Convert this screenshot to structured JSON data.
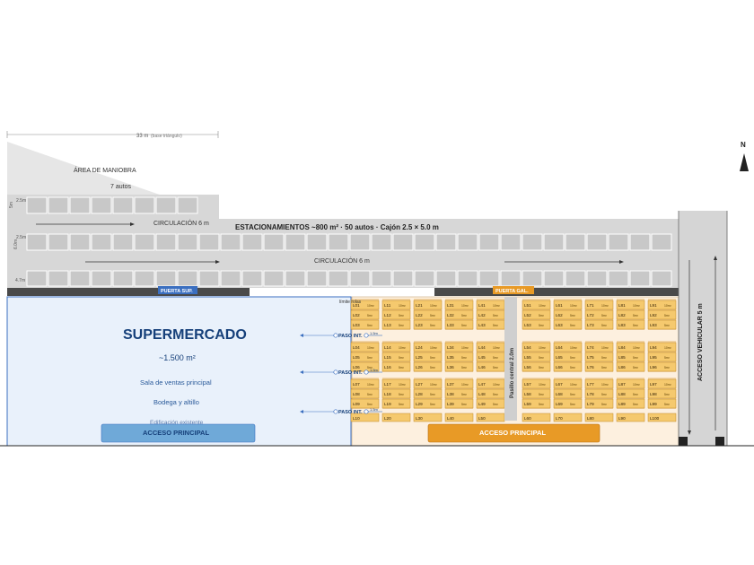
{
  "colors": {
    "parking": "#d7d7d7",
    "parking_dark": "#c8c8c8",
    "stall_line": "#ffffff",
    "triangle": "#e6e6e6",
    "supermarket": "#e9f1fb",
    "supermarket_border": "#3b6fc0",
    "market_bg": "#fdf0df",
    "stall": "#f5c96e",
    "stall_border": "#c28a28",
    "shadow": "#e0a443",
    "aisle": "#cfcfcf",
    "entrance_blue": "#6fa9d8",
    "entrance_orange": "#e89a26",
    "dark": "#333333",
    "road": "#d5d5d5"
  },
  "labels": {
    "dimension": "33 m",
    "dimension_note": "(base triángulo)",
    "maneuver_area": "ÁREA DE MANIOBRA",
    "maneuver_cars": "7 autos",
    "circulation_top": "CIRCULACIÓN  6 m",
    "parking_title": "ESTACIONAMIENTOS  ~800 m²  ·  50 autos  ·  Cajón 2.5 × 5.0 m",
    "circulation_mid": "CIRCULACIÓN  6 m",
    "row_dim_1": "2.5m",
    "row_dim_1b": "5m",
    "row_dim_2": "2.5m",
    "row_dim_2b": "6.0m",
    "row_dim_3": "4.7m",
    "north": "N",
    "gate_sup": "PUERTA SUP.",
    "gate_gal": "PUERTA GAL.",
    "limit_note": "límite rolas",
    "supermarket_title": "SUPERMERCADO",
    "supermarket_area": "~1.500 m²",
    "sales_room": "Sala de ventas principal",
    "storage": "Bodega y altillo",
    "existing": "Edificación existente",
    "access_main_left": "ACCESO PRINCIPAL",
    "access_main_right": "ACCESO PRINCIPAL",
    "passage": "PASO INT.",
    "passage_width": "1.5m",
    "central_aisle": "Pasillo central  2.0m",
    "vehicle_access": "ACCESO VEHICULAR  5 m",
    "stall_size": "5m²",
    "stall_size_alt": "10m²"
  },
  "stalls": {
    "left_columns": [
      [
        "L01",
        "L02",
        "L03",
        "L04",
        "L05",
        "L06",
        "L07",
        "L08",
        "L09",
        "L10"
      ],
      [
        "L11",
        "L12",
        "L13",
        "L14",
        "L15",
        "L16",
        "L17",
        "L18",
        "L19",
        "L20"
      ],
      [
        "L21",
        "L22",
        "L23",
        "L24",
        "L25",
        "L26",
        "L27",
        "L28",
        "L29",
        "L30"
      ],
      [
        "L31",
        "L32",
        "L33",
        "L34",
        "L35",
        "L36",
        "L37",
        "L38",
        "L39",
        "L40"
      ],
      [
        "L41",
        "L42",
        "L43",
        "L44",
        "L45",
        "L46",
        "L47",
        "L48",
        "L49",
        "L50"
      ]
    ],
    "right_columns": [
      [
        "L51",
        "L52",
        "L53",
        "L54",
        "L55",
        "L56",
        "L57",
        "L58",
        "L59",
        "L60"
      ],
      [
        "L61",
        "L62",
        "L63",
        "L64",
        "L65",
        "L66",
        "L67",
        "L68",
        "L69",
        "L70"
      ],
      [
        "L71",
        "L72",
        "L73",
        "L74",
        "L75",
        "L76",
        "L77",
        "L78",
        "L79",
        "L80"
      ],
      [
        "L81",
        "L82",
        "L83",
        "L84",
        "L85",
        "L86",
        "L87",
        "L88",
        "L89",
        "L90"
      ],
      [
        "L91",
        "L92",
        "L93",
        "L94",
        "L95",
        "L96",
        "L97",
        "L98",
        "L99",
        "L100"
      ]
    ]
  }
}
